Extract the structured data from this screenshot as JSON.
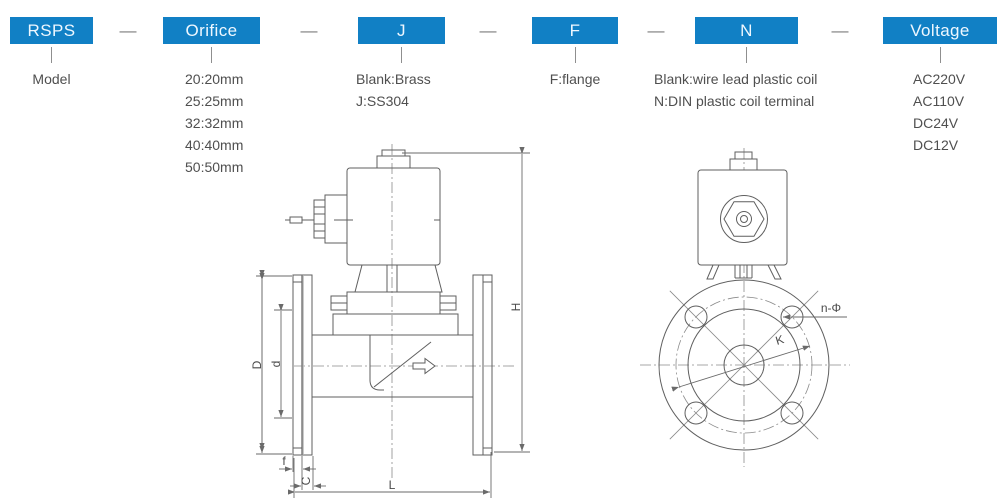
{
  "colors": {
    "accent": "#1180c5",
    "line": "#5f5f5f",
    "text": "#4f4f4f"
  },
  "model_code": {
    "separator": "—",
    "segments": [
      {
        "label": "RSPS",
        "descriptions": [
          "Model"
        ]
      },
      {
        "label": "Orifice",
        "descriptions": [
          "20:20mm",
          "25:25mm",
          "32:32mm",
          "40:40mm",
          "50:50mm"
        ]
      },
      {
        "label": "J",
        "descriptions": [
          "Blank:Brass",
          "J:SS304"
        ]
      },
      {
        "label": "F",
        "descriptions": [
          "F:flange"
        ]
      },
      {
        "label": "N",
        "descriptions": [
          "Blank:wire lead plastic coil",
          "N:DIN plastic coil terminal"
        ]
      },
      {
        "label": "Voltage",
        "descriptions": [
          "AC220V",
          "AC110V",
          "DC24V",
          "DC12V"
        ]
      }
    ]
  },
  "dims": {
    "H": "H",
    "D": "D",
    "d": "d",
    "L": "L",
    "f": "f",
    "C": "C",
    "K": "K",
    "n_phi": "n-Φ"
  }
}
